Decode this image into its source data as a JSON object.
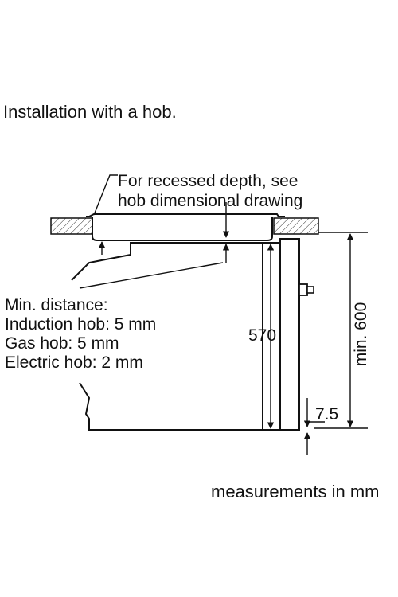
{
  "diagram": {
    "heading": "Installation with a hob.",
    "note_recess_line1": "For recessed depth, see",
    "note_recess_line2": "hob dimensional drawing",
    "min_distance_title": "Min. distance:",
    "min_distance_induction": "Induction hob: 5 mm",
    "min_distance_gas": "Gas hob: 5 mm",
    "min_distance_electric": "Electric hob: 2 mm",
    "dim_oven_height": "570",
    "dim_cutout_height": "min. 600",
    "dim_gap": "7.5",
    "units_note": "measurements in mm"
  }
}
